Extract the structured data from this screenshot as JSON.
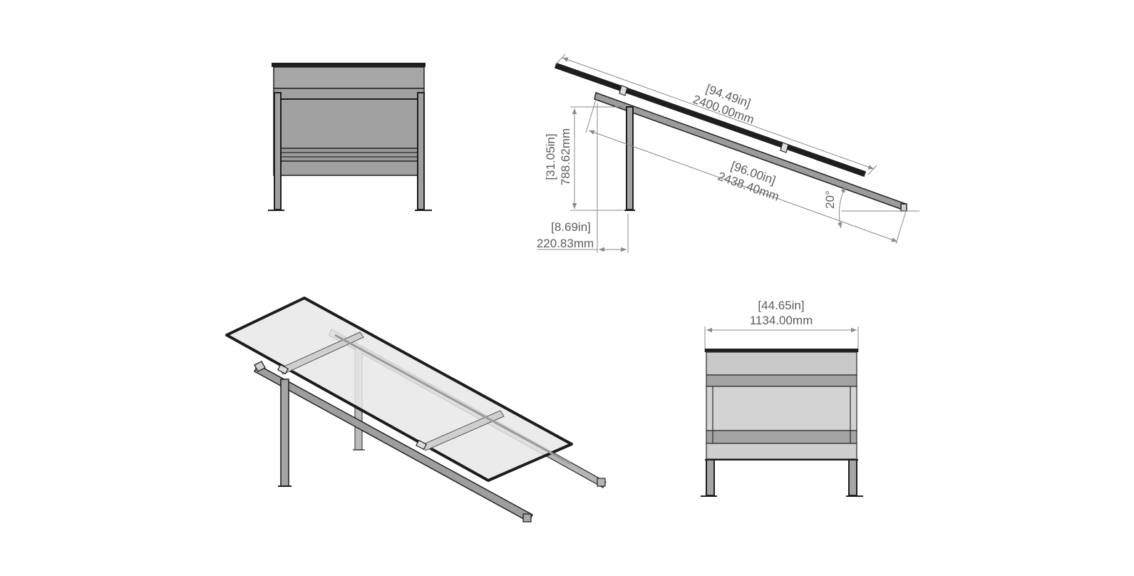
{
  "drawing": {
    "views": [
      "front-view",
      "side-view",
      "isometric-view",
      "rear-view"
    ]
  },
  "dimensions": {
    "panel_length": {
      "inch": "[94.49in]",
      "mm": "2400.00mm"
    },
    "rail_length": {
      "inch": "[96.00in]",
      "mm": "2438.40mm"
    },
    "front_leg_height": {
      "inch": "[31.05in]",
      "mm": "788.62mm"
    },
    "leg_offset": {
      "inch": "[8.69in]",
      "mm": "220.83mm"
    },
    "tilt_angle": {
      "label": "20°"
    },
    "panel_width": {
      "inch": "[44.65in]",
      "mm": "1134.00mm"
    }
  },
  "colors": {
    "frame_dark": "#2b2b2b",
    "panel_fill": "#a3a3a3",
    "panel_fill_light": "#c8c8c8",
    "glass": "#e6e6e6",
    "dimension": "#8a8a8a"
  }
}
